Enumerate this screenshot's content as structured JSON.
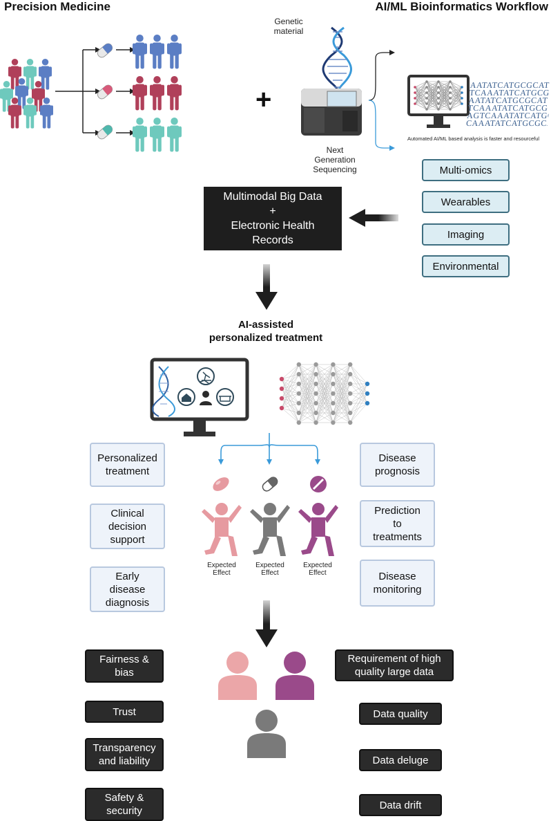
{
  "headers": {
    "left": "Precision Medicine",
    "right": "AI/ML Bioinformatics Workflow"
  },
  "labels": {
    "genetic_material": "Genetic\nmaterial",
    "ngs": "Next\nGeneration\nSequencing",
    "automated": "Automated AI/ML based analysis is faster and resourceful",
    "plus": "+",
    "multimodal": "Multimodal Big Data\n+\nElectronic Health\nRecords",
    "ai_treatment": "AI-assisted\npersonalized treatment",
    "dna_text": "AATATCATGCGCAT\nTCAAATATCATGCG\nAATATCATGCGCAT\nTCAAATATCATGCG\nAGTCAAATATCATGCG\nCAAATATCATGCGCAT"
  },
  "data_sources": [
    "Multi-omics",
    "Wearables",
    "Imaging",
    "Environmental"
  ],
  "left_outcomes": [
    "Personalized\ntreatment",
    "Clinical\ndecision\nsupport",
    "Early\ndisease\ndiagnosis"
  ],
  "right_outcomes": [
    "Disease\nprognosis",
    "Prediction\nto\ntreatments",
    "Disease\nmonitoring"
  ],
  "expected_effect": "Expected\nEffect",
  "left_challenges": [
    "Fairness &\nbias",
    "Trust",
    "Transparency\nand liability",
    "Safety &\nsecurity"
  ],
  "right_challenges": [
    "Requirement of high\nquality large data",
    "Data quality",
    "Data deluge",
    "Data drift"
  ],
  "colors": {
    "blue_person": "#5b7ec4",
    "red_person": "#b0405a",
    "teal_person": "#6ec9bd",
    "pink_effect": "#e69aa0",
    "gray_effect": "#7a7a7a",
    "purple_effect": "#9a4a8a",
    "arrow_blue": "#3a9ad9",
    "dark_box": "#1e1e1e"
  },
  "icons": [
    "person-icon",
    "pill-icon",
    "dna-icon",
    "sequencer-icon",
    "monitor-icon",
    "neural-network-icon",
    "home-icon",
    "cooking-pot-icon",
    "running-icon",
    "arrow-down-icon",
    "arrow-left-icon"
  ]
}
